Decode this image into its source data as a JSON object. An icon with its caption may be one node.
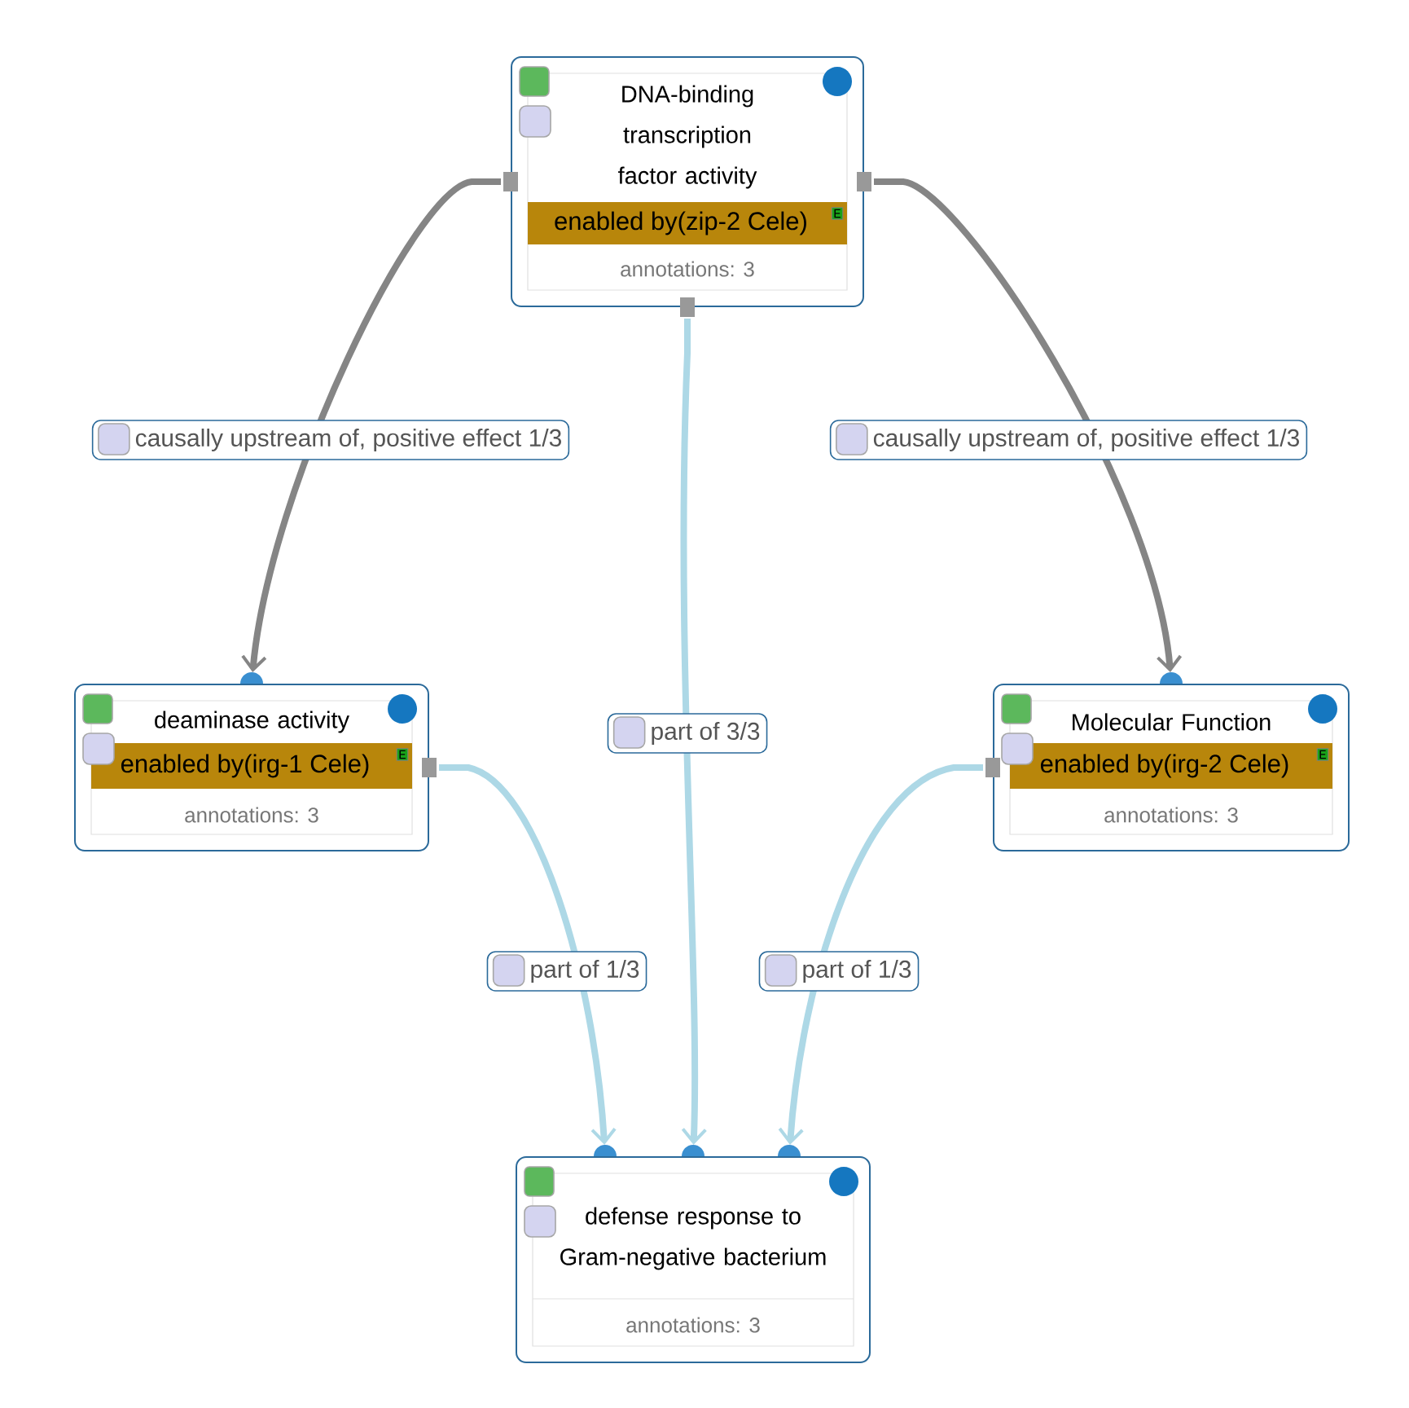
{
  "diagram": {
    "nodes": [
      {
        "text": [
          "DNA-binding transcription factor activity",
          "enabled by(zip-2 Cele)",
          "E",
          "annotations: 3"
        ]
      },
      {
        "text": [
          "deaminase activity",
          "enabled by(irg-1 Cele)",
          "E",
          "annotations: 3"
        ]
      },
      {
        "text": [
          "Molecular Function",
          "enabled by(irg-2 Cele)",
          "E",
          "annotations: 3"
        ]
      },
      {
        "text": [
          "defense response to Gram-negative bacterium",
          "annotations: 3"
        ]
      }
    ],
    "edges": [
      {
        "from": 0,
        "to": 1,
        "arrow": "to",
        "label": "causally upstream of, positive effect 1/3",
        "color": "#858585"
      },
      {
        "from": 0,
        "to": 2,
        "arrow": "to",
        "label": "causally upstream of, positive effect 1/3",
        "color": "#858585"
      },
      {
        "from": 0,
        "to": 3,
        "arrow": "to",
        "label": "part of 3/3"
      },
      {
        "from": 1,
        "to": 3,
        "arrow": "to",
        "label": "part of 1/3"
      },
      {
        "from": 2,
        "to": 3,
        "arrow": "to",
        "label": "part of 1/3"
      }
    ]
  }
}
